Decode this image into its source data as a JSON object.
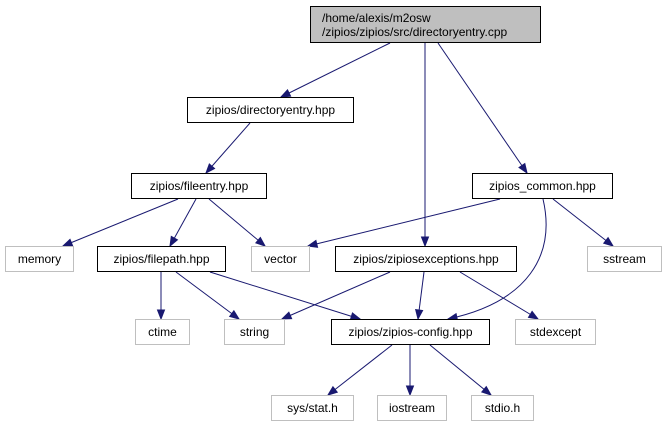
{
  "diagram": {
    "nodes": [
      {
        "id": "root",
        "lines": [
          "/home/alexis/m2osw",
          "/zipios/zipios/src/directoryentry.cpp"
        ],
        "kind": "root"
      },
      {
        "id": "directoryentry_hpp",
        "label": "zipios/directoryentry.hpp",
        "kind": "project"
      },
      {
        "id": "fileentry_hpp",
        "label": "zipios/fileentry.hpp",
        "kind": "project"
      },
      {
        "id": "zipios_common_hpp",
        "label": "zipios_common.hpp",
        "kind": "project"
      },
      {
        "id": "memory",
        "label": "memory",
        "kind": "external"
      },
      {
        "id": "filepath_hpp",
        "label": "zipios/filepath.hpp",
        "kind": "project"
      },
      {
        "id": "vector",
        "label": "vector",
        "kind": "external"
      },
      {
        "id": "zipiosexceptions_hpp",
        "label": "zipios/zipiosexceptions.hpp",
        "kind": "project"
      },
      {
        "id": "sstream",
        "label": "sstream",
        "kind": "external"
      },
      {
        "id": "ctime",
        "label": "ctime",
        "kind": "external"
      },
      {
        "id": "string",
        "label": "string",
        "kind": "external"
      },
      {
        "id": "zipios_config_hpp",
        "label": "zipios/zipios-config.hpp",
        "kind": "project"
      },
      {
        "id": "stdexcept",
        "label": "stdexcept",
        "kind": "external"
      },
      {
        "id": "sys_stat_h",
        "label": "sys/stat.h",
        "kind": "external"
      },
      {
        "id": "iostream",
        "label": "iostream",
        "kind": "external"
      },
      {
        "id": "stdio_h",
        "label": "stdio.h",
        "kind": "external"
      }
    ],
    "edges": [
      [
        "root",
        "directoryentry_hpp"
      ],
      [
        "root",
        "zipios_common_hpp"
      ],
      [
        "root",
        "zipiosexceptions_hpp"
      ],
      [
        "directoryentry_hpp",
        "fileentry_hpp"
      ],
      [
        "fileentry_hpp",
        "memory"
      ],
      [
        "fileentry_hpp",
        "filepath_hpp"
      ],
      [
        "fileentry_hpp",
        "vector"
      ],
      [
        "zipios_common_hpp",
        "vector"
      ],
      [
        "zipios_common_hpp",
        "sstream"
      ],
      [
        "zipios_common_hpp",
        "zipios_config_hpp"
      ],
      [
        "filepath_hpp",
        "ctime"
      ],
      [
        "filepath_hpp",
        "string"
      ],
      [
        "filepath_hpp",
        "zipios_config_hpp"
      ],
      [
        "zipiosexceptions_hpp",
        "string"
      ],
      [
        "zipiosexceptions_hpp",
        "zipios_config_hpp"
      ],
      [
        "zipiosexceptions_hpp",
        "stdexcept"
      ],
      [
        "zipios_config_hpp",
        "sys_stat_h"
      ],
      [
        "zipios_config_hpp",
        "iostream"
      ],
      [
        "zipios_config_hpp",
        "stdio_h"
      ]
    ],
    "colors": {
      "edge": "#191970",
      "root_fill": "#bfbfbf",
      "external_border": "#bfbfbf",
      "project_border": "#000000"
    }
  }
}
